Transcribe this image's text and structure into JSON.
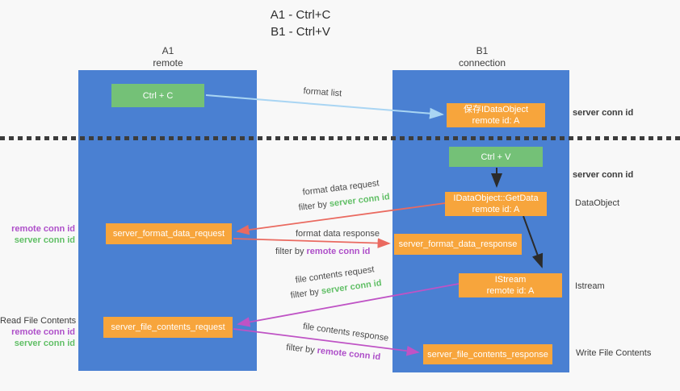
{
  "title": {
    "line1": "A1 - Ctrl+C",
    "line2": "B1 - Ctrl+V"
  },
  "lanes": {
    "left": {
      "name": "A1",
      "subtitle": "remote"
    },
    "right": {
      "name": "B1",
      "subtitle": "connection"
    }
  },
  "nodes": {
    "ctrl_c": {
      "label": "Ctrl + C"
    },
    "save_dataobject": {
      "line1": "保存IDataObject",
      "line2": "remote id: A"
    },
    "ctrl_v": {
      "label": "Ctrl + V"
    },
    "getdata": {
      "line1": "IDataObject::GetData",
      "line2": "remote id: A"
    },
    "istream": {
      "line1": "IStream",
      "line2": "remote id: A"
    },
    "format_request": {
      "label": "server_format_data_request"
    },
    "format_response": {
      "label": "server_format_data_response"
    },
    "file_request": {
      "label": "server_file_contents_request"
    },
    "file_response": {
      "label": "server_file_contents_response"
    }
  },
  "edge_labels": {
    "format_list": "format list",
    "format_data_request": "format data request",
    "format_data_request_filter": {
      "prefix": "filter by ",
      "key": "server conn id"
    },
    "format_data_response": "format data response",
    "format_data_response_filter": {
      "prefix": "filter by ",
      "key": "remote conn id"
    },
    "file_contents_request": "file contents request",
    "file_contents_request_filter": {
      "prefix": "filter by ",
      "key": "server conn id"
    },
    "file_contents_response": "file contents response",
    "file_contents_response_filter": {
      "prefix": "filter by ",
      "key": "remote conn id"
    }
  },
  "side_labels": {
    "left_format": {
      "remote": "remote conn id",
      "server": "server conn id"
    },
    "left_file": {
      "title": "Read File Contents",
      "remote": "remote conn id",
      "server": "server conn id"
    },
    "right_save": "server conn id",
    "right_ctrlv": "server conn id",
    "right_dataobject": "DataObject",
    "right_istream": "Istream",
    "right_write": "Write File Contents"
  },
  "colors": {
    "lane_blue": "#4a80d2",
    "box_green": "#74c177",
    "box_orange": "#f7a53c",
    "arrow_blue": "#a9d5f3",
    "arrow_red": "#ea6a60",
    "arrow_magenta": "#bf53c5",
    "arrow_black": "#2b2b2b",
    "label_green": "#61bf66",
    "label_purple": "#ae4fc9"
  }
}
